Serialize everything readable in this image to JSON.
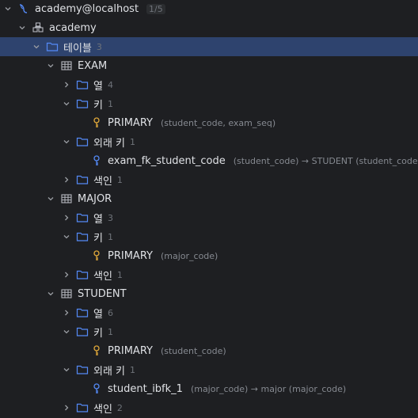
{
  "colors": {
    "background": "#1e1f22",
    "selection": "#2e436e",
    "folder": "#548af7",
    "key": "#e0a83a",
    "foreign_key": "#548af7",
    "hint": "#868a91"
  },
  "tree": {
    "datasource": {
      "label": "academy@localhost",
      "counter": "1/5",
      "icon": "datasource-icon"
    },
    "schema": {
      "label": "academy",
      "icon": "schema-icon"
    },
    "tables_folder": {
      "label": "테이블",
      "count": "3",
      "icon": "folder-icon"
    },
    "exam": {
      "label": "EXAM",
      "columns": {
        "label": "열",
        "count": "4"
      },
      "keys": {
        "label": "키",
        "count": "1"
      },
      "primary": {
        "label": "PRIMARY",
        "hint": "(student_code, exam_seq)"
      },
      "foreign_keys": {
        "label": "외래 키",
        "count": "1"
      },
      "fk": {
        "label": "exam_fk_student_code",
        "hint": "(student_code) → STUDENT (student_code)"
      },
      "indexes": {
        "label": "색인",
        "count": "1"
      }
    },
    "major": {
      "label": "MAJOR",
      "columns": {
        "label": "열",
        "count": "3"
      },
      "keys": {
        "label": "키",
        "count": "1"
      },
      "primary": {
        "label": "PRIMARY",
        "hint": "(major_code)"
      },
      "indexes": {
        "label": "색인",
        "count": "1"
      }
    },
    "student": {
      "label": "STUDENT",
      "columns": {
        "label": "열",
        "count": "6"
      },
      "keys": {
        "label": "키",
        "count": "1"
      },
      "primary": {
        "label": "PRIMARY",
        "hint": "(student_code)"
      },
      "foreign_keys": {
        "label": "외래 키",
        "count": "1"
      },
      "fk": {
        "label": "student_ibfk_1",
        "hint": "(major_code) → major (major_code)"
      },
      "indexes": {
        "label": "색인",
        "count": "2"
      }
    }
  }
}
